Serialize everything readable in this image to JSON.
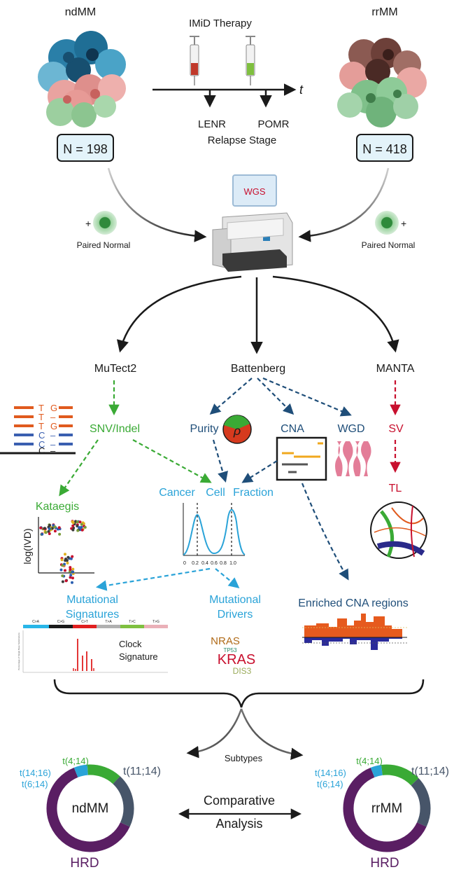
{
  "colors": {
    "navy": "#1f4e79",
    "sky": "#2aa3d8",
    "green": "#3aaa35",
    "crimson": "#c8102e",
    "purple": "#5a1e63",
    "slate": "#475569",
    "black": "#1a1a1a",
    "nrasBrown": "#b06a17",
    "dis3Olive": "#9aab5a",
    "tp53Teal": "#2a8a6a"
  },
  "cohorts": {
    "left": {
      "name": "ndMM",
      "count": "N = 198"
    },
    "right": {
      "name": "rrMM",
      "count": "N = 418"
    },
    "paired_normal": "Paired  Normal",
    "plus": "+"
  },
  "timeline": {
    "therapy_label": "IMiD  Therapy",
    "t_symbol": "t",
    "stage1": "LENR",
    "stage2": "POMR",
    "relapse_label": "Relapse Stage"
  },
  "sequencer": {
    "label": "WGS"
  },
  "tools": {
    "mutect": "MuTect2",
    "battenberg": "Battenberg",
    "manta": "MANTA"
  },
  "nodes": {
    "snv": "SNV/Indel",
    "purity": "Purity",
    "rho": "ρ",
    "cna": "CNA",
    "wgd": "WGD",
    "sv": "SV",
    "tl": "TL",
    "kataegis": "Kataegis",
    "ccf": {
      "w1": "Cancer",
      "w2": "Cell",
      "w3": "Fraction"
    },
    "ivd_label": "log(IVD)",
    "ccf_ticks": [
      "0",
      "0.2",
      "0.4",
      "0.6",
      "0.8",
      "1.0"
    ],
    "mut_sig": {
      "line1": "Mutational",
      "line2": "Signatures"
    },
    "mut_drivers": {
      "line1": "Mutational",
      "line2": "Drivers"
    },
    "enriched": "Enriched CNA regions",
    "clock": {
      "line1": "Clock",
      "line2": "Signature"
    },
    "sig_categories": [
      "C>A",
      "C>G",
      "C>T",
      "T>A",
      "T>C",
      "T>G"
    ],
    "sig_ylabel": "Percentage of Single Base Substitutions",
    "drivers": {
      "d1": "NRAS",
      "d2": "TP53",
      "d3": "KRAS",
      "d4": "DIS3"
    }
  },
  "dna": {
    "top": [
      "T",
      "T",
      "T",
      "C",
      "C",
      "C"
    ],
    "bottom": [
      "G",
      "–",
      "G",
      "–",
      "–",
      "–"
    ]
  },
  "subtypes_label": "Subtypes",
  "comparative": {
    "line1": "Comparative",
    "line2": "Analysis"
  },
  "donuts": {
    "left": {
      "center": "ndMM",
      "hrd": "HRD",
      "t414": "t(4;14)",
      "t1114": "t(11;14)",
      "t1416": "t(14;16)",
      "t614": "t(6;14)"
    },
    "right": {
      "center": "rrMM",
      "hrd": "HRD",
      "t414": "t(4;14)",
      "t1114": "t(11;14)",
      "t1416": "t(14;16)",
      "t614": "t(6;14)"
    }
  },
  "donut_segments": {
    "left": [
      {
        "name": "HRD",
        "fraction": 0.62,
        "color": "#5a1e63"
      },
      {
        "name": "t(14;16)/t(6;14)",
        "fraction": 0.05,
        "color": "#2aa3d8"
      },
      {
        "name": "t(4;14)",
        "fraction": 0.13,
        "color": "#3aaa35"
      },
      {
        "name": "t(11;14)",
        "fraction": 0.2,
        "color": "#475569"
      }
    ],
    "right": [
      {
        "name": "HRD",
        "fraction": 0.62,
        "color": "#5a1e63"
      },
      {
        "name": "t(14;16)/t(6;14)",
        "fraction": 0.04,
        "color": "#2aa3d8"
      },
      {
        "name": "t(4;14)",
        "fraction": 0.15,
        "color": "#3aaa35"
      },
      {
        "name": "t(11;14)",
        "fraction": 0.19,
        "color": "#475569"
      }
    ]
  }
}
